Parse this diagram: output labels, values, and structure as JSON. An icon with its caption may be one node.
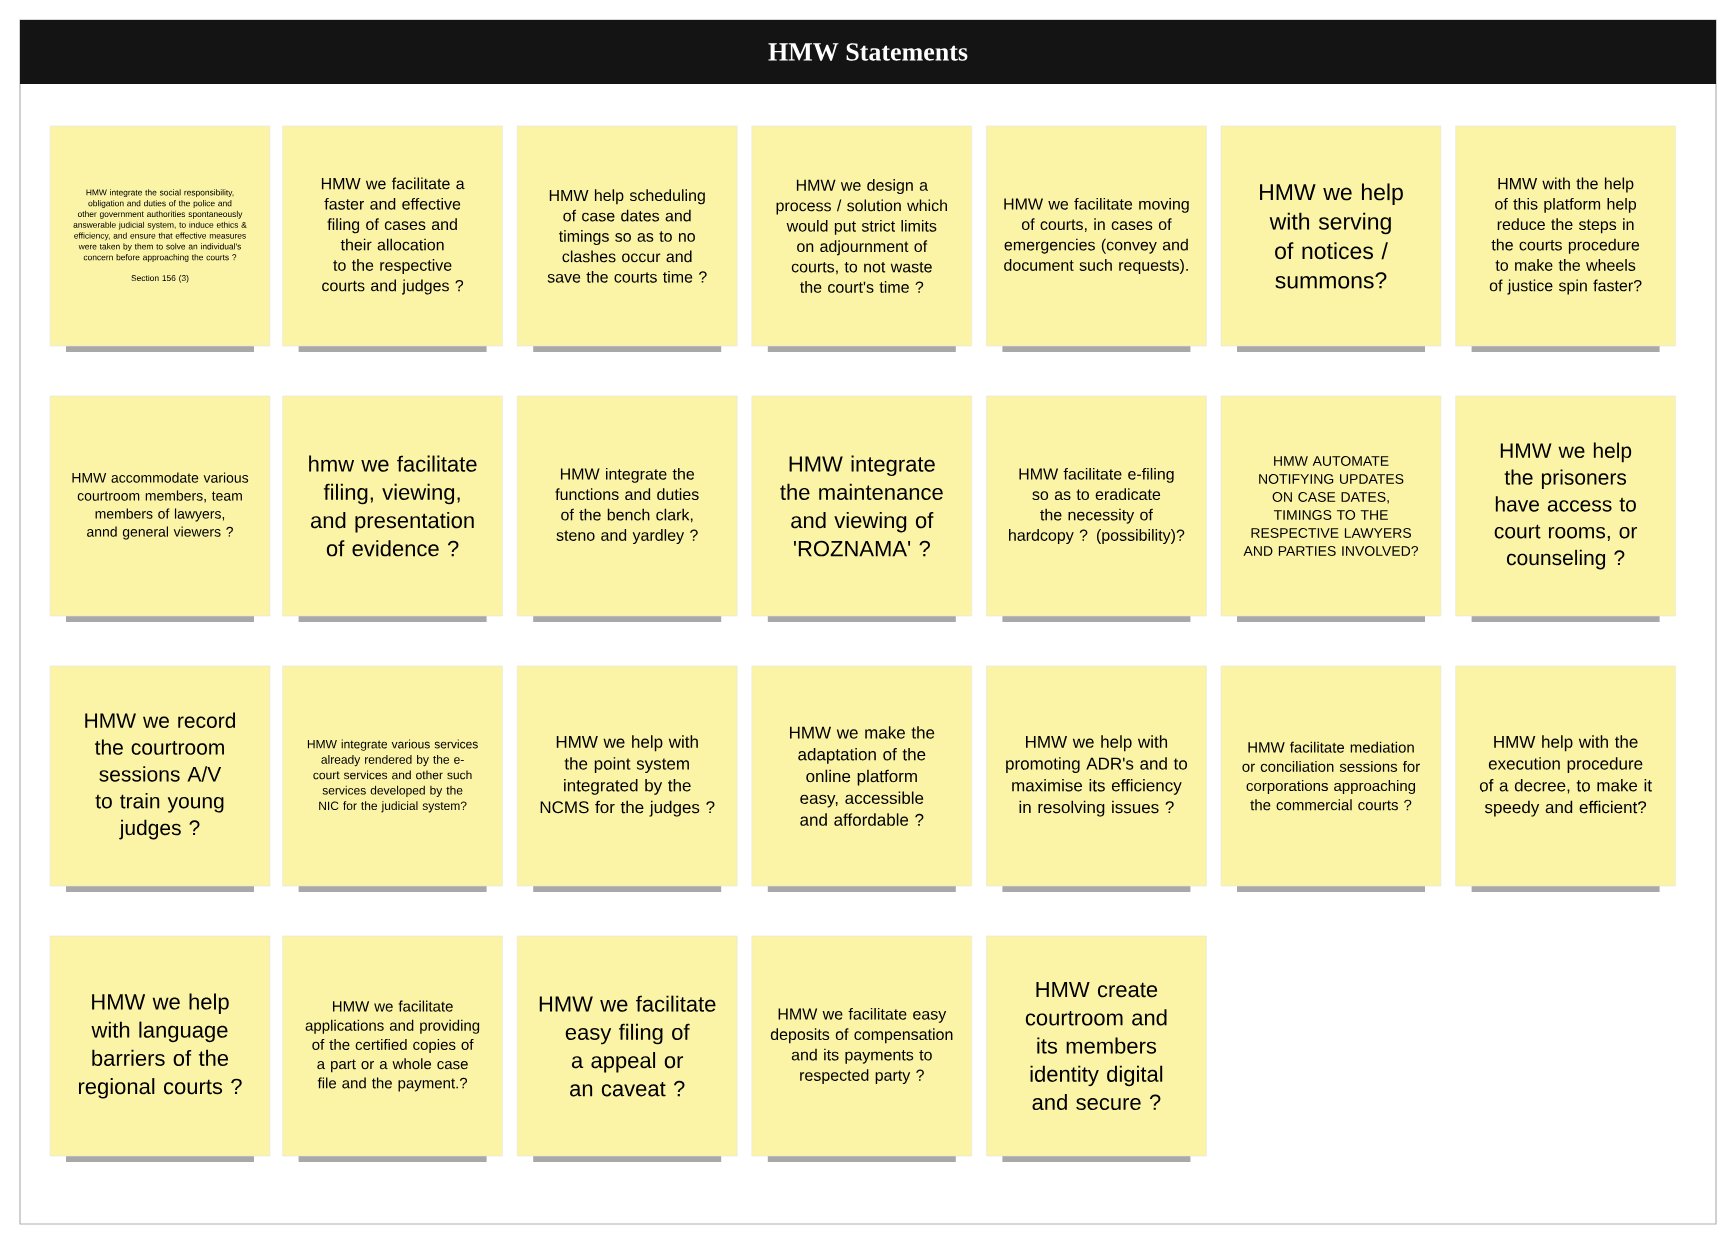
{
  "diagram": {
    "title": "HMW Statements",
    "nodes": [
      {
        "text": [
          "HMW integrate the social responsibility, obligation and duties of the police and other government authorities spontaneously answerable judicial system, to induce ethics & efficiency, and ensure that effective measures were taken by them to solve an individual's concern before approaching the courts ?",
          "Section 156 (3)"
        ]
      },
      {
        "text": [
          "HMW we facilitate a faster and effective filing of cases and their allocation to the respective courts and judges ?"
        ]
      },
      {
        "text": [
          "HMW help scheduling of case dates and timings so as to no clashes occur and save the courts time ?"
        ]
      },
      {
        "text": [
          "HMW we design a process / solution which would put strict limits on adjournment of courts, to not waste the court's time ?"
        ]
      },
      {
        "text": [
          "HMW we facilitate moving of courts, in cases of emergencies (convey and document such requests)."
        ]
      },
      {
        "text": [
          "HMW we help with serving of notices / summons?"
        ]
      },
      {
        "text": [
          "HMW with the help of this platform help reduce the steps in the courts procedure to make the wheels of justice spin faster?"
        ]
      },
      {
        "text": [
          "HMW accommodate various courtroom members, team members of lawyers, annd general viewers ?"
        ]
      },
      {
        "text": [
          "hmw we facilitate filing, viewing, and presentation of evidence ?"
        ]
      },
      {
        "text": [
          "HMW integrate the functions and duties of the bench clark, steno and yardley ?"
        ]
      },
      {
        "text": [
          "HMW integrate the maintenance and viewing of 'ROZNAMA' ?"
        ]
      },
      {
        "text": [
          "HMW facilitate e-filing so as to eradicate the necessity of hardcopy ? (possibility)?"
        ]
      },
      {
        "text": [
          "HMW AUTOMATE NOTIFYING UPDATES ON CASE DATES, TIMINGS TO THE RESPECTIVE LAWYERS AND PARTIES INVOLVED?"
        ]
      },
      {
        "text": [
          "HMW we help the prisoners have access to court rooms, or counseling ?"
        ]
      },
      {
        "text": [
          "HMW we record the courtroom sessions A/V to train young judges ?"
        ]
      },
      {
        "text": [
          "HMW integrate various services already rendered by the e-court services and other such services developed by the NIC for the judicial system?"
        ]
      },
      {
        "text": [
          "HMW we help with the point system integrated by the NCMS for the judges ?"
        ]
      },
      {
        "text": [
          "HMW we make the adaptation of the online platform easy, accessible and affordable ?"
        ]
      },
      {
        "text": [
          "HMW we help with promoting ADR's and to maximise its efficiency in resolving issues ?"
        ]
      },
      {
        "text": [
          "HMW facilitate mediation or conciliation sessions for corporations approaching the commercial courts ?"
        ]
      },
      {
        "text": [
          "HMW help with the execution procedure of a decree, to make it speedy and efficient?"
        ]
      },
      {
        "text": [
          "HMW we help with language barriers of the regional courts ?"
        ]
      },
      {
        "text": [
          "HMW we facilitate applications and providing of the certified copies of a part or a whole case file and the payment.?"
        ]
      },
      {
        "text": [
          "HMW we facilitate easy filing of a appeal or an caveat ?"
        ]
      },
      {
        "text": [
          "HMW we facilitate easy deposits of compensation and its payments to respected party ?"
        ]
      },
      {
        "text": [
          "HMW create courtroom and its members identity digital and secure ?"
        ]
      }
    ]
  }
}
